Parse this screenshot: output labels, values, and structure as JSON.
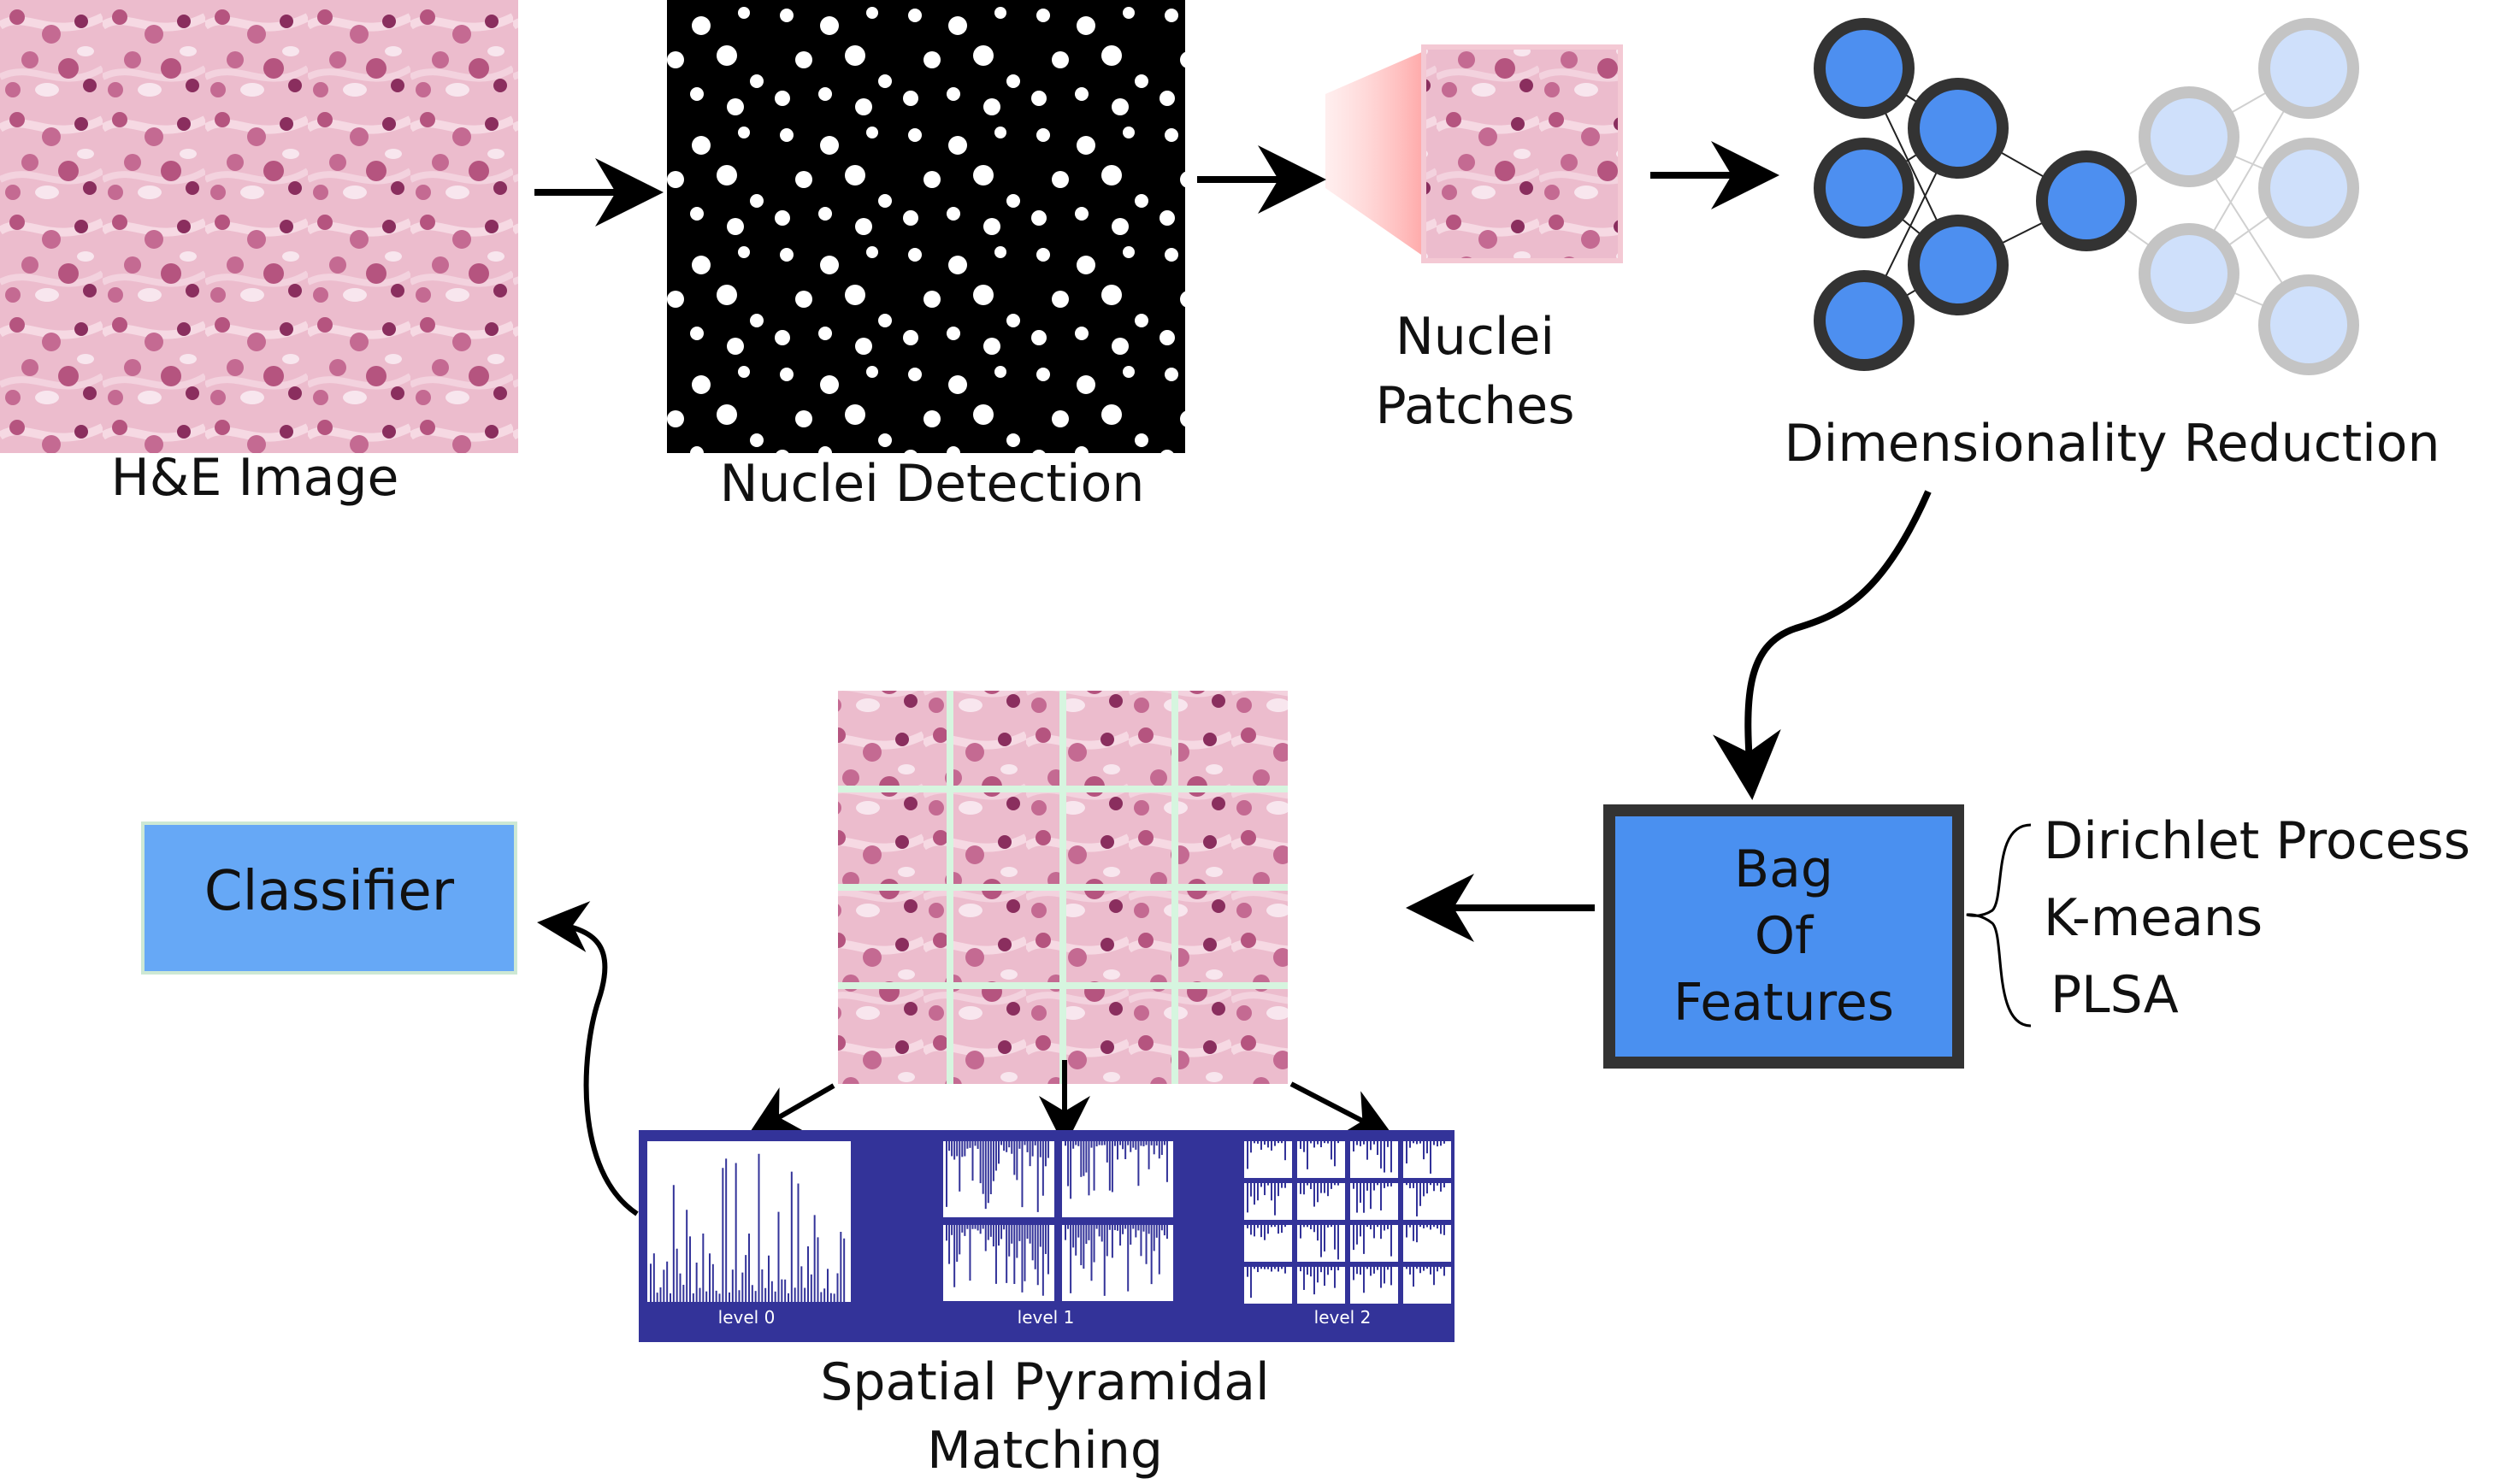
{
  "labels": {
    "he_image": "H&E Image",
    "nuclei_detection": "Nuclei Detection",
    "nuclei_patches_line1": "Nuclei",
    "nuclei_patches_line2": "Patches",
    "dimensionality_reduction": "Dimensionality Reduction",
    "bag_line1": "Bag",
    "bag_line2": "Of",
    "bag_line3": "Features",
    "classifier": "Classifier",
    "spm_line1": "Spatial Pyramidal",
    "spm_line2": "Matching"
  },
  "methods": [
    "Dirichlet Process",
    "K-means",
    "PLSA"
  ],
  "pyramid_levels": [
    "level 0",
    "level 1",
    "level 2"
  ],
  "colors": {
    "tissue_pink": "#e8b4c8",
    "nucleus_purple": "#8a2e5e",
    "bag_blue": "#4a90f0",
    "classifier_blue": "#66a8f6",
    "node_blue": "#4d8ff0",
    "node_faded": "#cfe0fb",
    "pyramid_navy": "#333399",
    "grid_green": "#d6f5df"
  }
}
